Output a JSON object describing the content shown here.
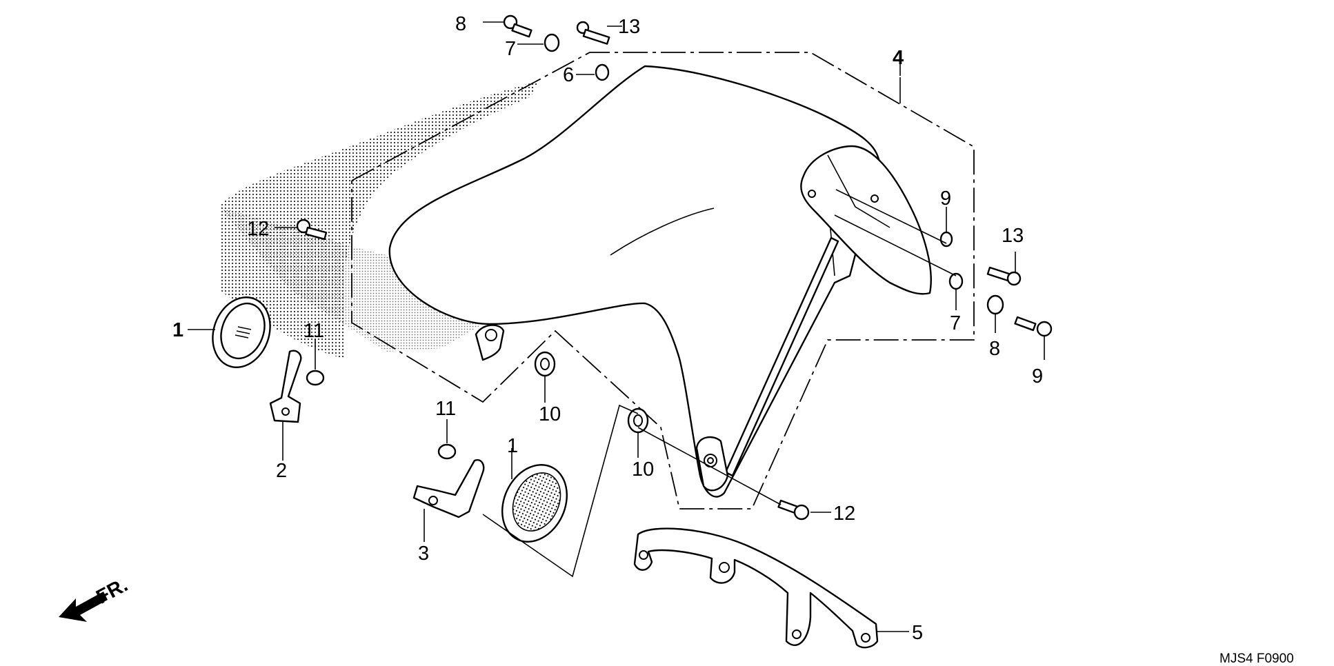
{
  "diagram": {
    "drawing_code": "MJS4 F0900",
    "direction_label": "FR.",
    "callouts": [
      {
        "id": "c1a",
        "text": "1"
      },
      {
        "id": "c1b",
        "text": "1"
      },
      {
        "id": "c2",
        "text": "2"
      },
      {
        "id": "c3",
        "text": "3"
      },
      {
        "id": "c4",
        "text": "4"
      },
      {
        "id": "c5",
        "text": "5"
      },
      {
        "id": "c6",
        "text": "6"
      },
      {
        "id": "c7a",
        "text": "7"
      },
      {
        "id": "c7b",
        "text": "7"
      },
      {
        "id": "c8a",
        "text": "8"
      },
      {
        "id": "c8b",
        "text": "8"
      },
      {
        "id": "c9a",
        "text": "9"
      },
      {
        "id": "c9b",
        "text": "9"
      },
      {
        "id": "c10a",
        "text": "10"
      },
      {
        "id": "c10b",
        "text": "10"
      },
      {
        "id": "c11a",
        "text": "11"
      },
      {
        "id": "c11b",
        "text": "11"
      },
      {
        "id": "c12a",
        "text": "12"
      },
      {
        "id": "c12b",
        "text": "12"
      },
      {
        "id": "c13a",
        "text": "13"
      },
      {
        "id": "c13b",
        "text": "13"
      }
    ]
  }
}
